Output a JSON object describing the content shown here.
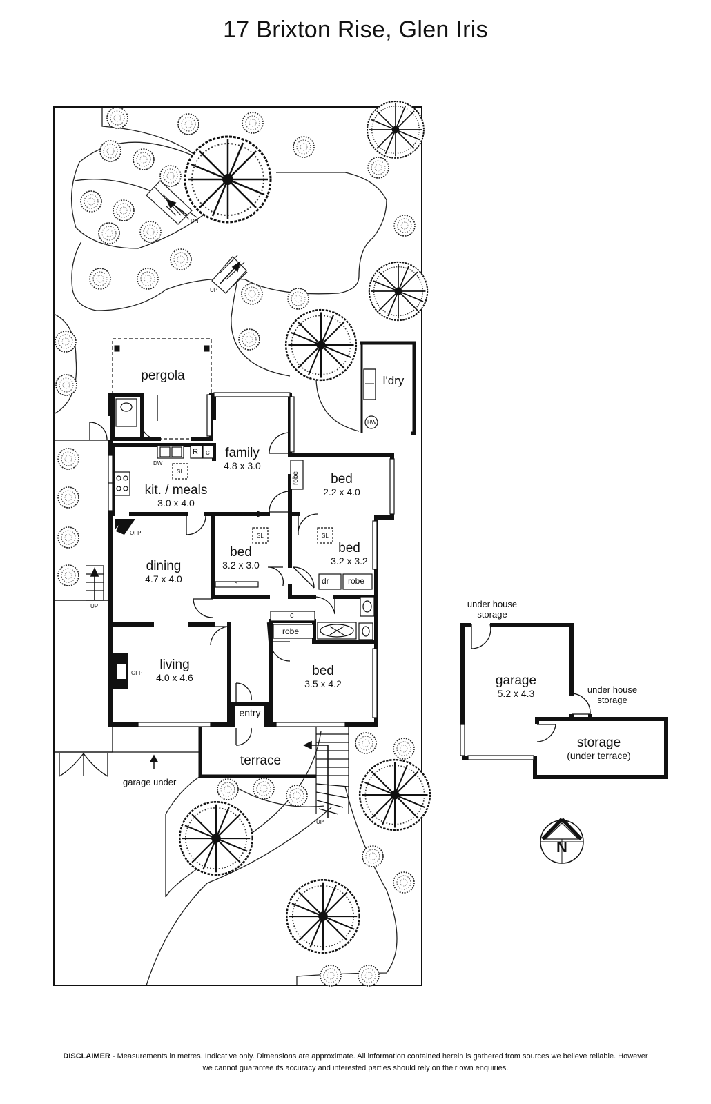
{
  "title": "17 Brixton Rise, Glen Iris",
  "rooms": {
    "pergola": {
      "name": "pergola"
    },
    "laundry": {
      "name": "l'dry"
    },
    "family": {
      "name": "family",
      "dims": "4.8 x 3.0"
    },
    "kitchen": {
      "name": "kit. / meals",
      "dims": "3.0 x 4.0"
    },
    "bed1": {
      "name": "bed",
      "dims": "2.2 x 4.0"
    },
    "bed2": {
      "name": "bed",
      "dims": "3.2 x 3.0"
    },
    "bed3": {
      "name": "bed",
      "dims": "3.2 x 3.2"
    },
    "dining": {
      "name": "dining",
      "dims": "4.7 x 4.0"
    },
    "living": {
      "name": "living",
      "dims": "4.0 x 4.6"
    },
    "bed4": {
      "name": "bed",
      "dims": "3.5 x 4.2"
    },
    "entry": {
      "name": "entry"
    },
    "terrace": {
      "name": "terrace"
    },
    "garage": {
      "name": "garage",
      "dims": "5.2 x 4.3"
    },
    "storage": {
      "name": "storage",
      "dims": "(under terrace)"
    }
  },
  "annotations": {
    "robe": "robe",
    "dr": "dr",
    "dw": "DW",
    "r": "R",
    "c": "C",
    "c_lower": "c",
    "sl": "SL",
    "ofp": "OFP",
    "hw": "HW",
    "s": "s",
    "up": "UP",
    "dn": "DN",
    "under_house_storage_1": "under house storage",
    "under_house_storage_2": "under house storage",
    "garage_under": "garage under",
    "north": "N"
  },
  "disclaimer": {
    "label": "DISCLAIMER",
    "text": " - Measurements in metres. Indicative only. Dimensions are approximate. All information contained herein is gathered from sources we believe reliable. However we cannot guarantee its accuracy and interested parties should rely on their own enquiries."
  }
}
